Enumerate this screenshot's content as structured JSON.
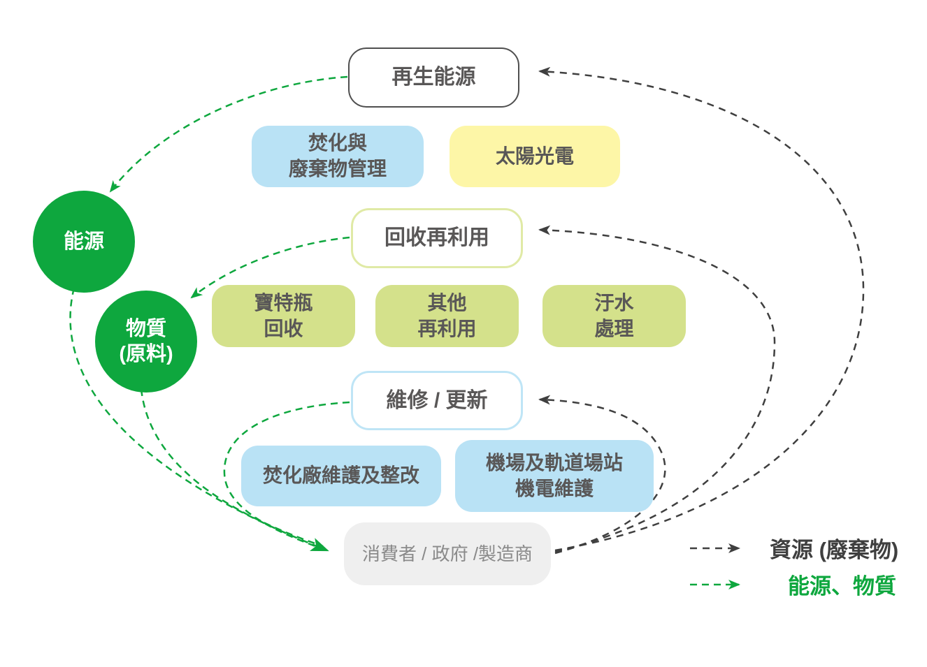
{
  "nodes": {
    "renewable_energy": {
      "label": "再生能源"
    },
    "incineration_waste_mgmt": {
      "label": "焚化與\n廢棄物管理"
    },
    "solar_pv": {
      "label": "太陽光電"
    },
    "recycle_reuse": {
      "label": "回收再利用"
    },
    "pet_bottle_recycling": {
      "label": "寶特瓶\n回收"
    },
    "other_reuse": {
      "label": "其他\n再利用"
    },
    "sewage_treatment": {
      "label": "汙水\n處理"
    },
    "repair_renew": {
      "label": "維修 / 更新"
    },
    "incinerator_maintenance": {
      "label": "焚化廠維護及整改"
    },
    "airport_rail_maintenance": {
      "label": "機場及軌道場站\n機電維護"
    },
    "consumer_gov_manufacturer": {
      "label": "消費者 / 政府 /製造商"
    },
    "energy_circle": {
      "label": "能源"
    },
    "material_circle": {
      "label": "物質\n(原料)"
    }
  },
  "legend": {
    "resource_waste": {
      "label": "資源 (廢棄物)",
      "color": "#3f3f3f"
    },
    "energy_material": {
      "label": "能源、物質",
      "color": "#0ea73e"
    }
  },
  "colors": {
    "green": "#0ea73e",
    "blue_fill": "#b9e2f5",
    "yellow_fill": "#fdf6a7",
    "yellowgreen_fill": "#d4e18b",
    "gray_fill": "#efefef",
    "dark_dash": "#3f3f3f",
    "label_text": "#595757"
  }
}
